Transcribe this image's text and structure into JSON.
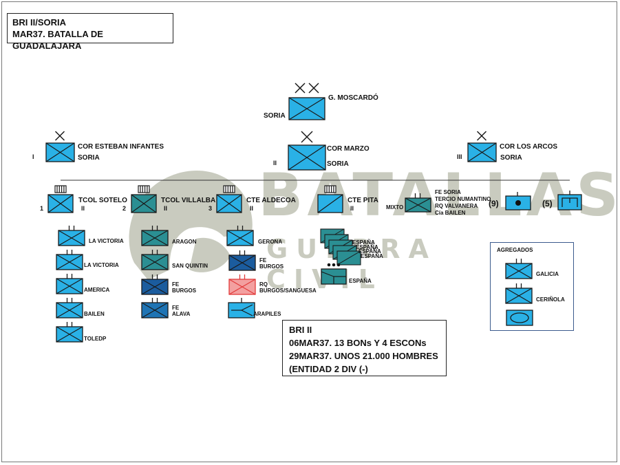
{
  "header": {
    "line1": "BRI II/SORIA",
    "line2": "MAR37. BATALLA DE GUADALAJARA"
  },
  "watermark": {
    "title": "BATALLAS",
    "subtitle": "GUERRA CIVIL"
  },
  "colors": {
    "unit_blue": "#2ab1e6",
    "unit_teal": "#2b8f93",
    "unit_darkblue": "#1b5c9e",
    "unit_navy": "#1f74b4",
    "outline": "#1a1a1a",
    "accent_red": "#e23a3a"
  },
  "division": {
    "symbol": "XX",
    "left_label": "SORIA",
    "right_label": "G. MOSCARDÓ"
  },
  "brigades": [
    {
      "roman": "I",
      "symbol": "X",
      "commander": "COR ESTEBAN INFANTES",
      "place": "SORIA"
    },
    {
      "roman": "II",
      "symbol": "X",
      "commander": "COR MARZO",
      "place": "SORIA"
    },
    {
      "roman": "III",
      "symbol": "X",
      "commander": "COR LOS ARCOS",
      "place": "SORIA"
    }
  ],
  "groups": [
    {
      "number": "1",
      "commander": "TCOL SOTELO",
      "level": "II"
    },
    {
      "number": "2",
      "commander": "TCOL VILLALBA",
      "level": "II"
    },
    {
      "number": "3",
      "commander": "CTE ALDECOA",
      "level": "II"
    },
    {
      "number": "",
      "commander": "CTE PITA",
      "level": "II"
    }
  ],
  "mixto": {
    "label": "MIXTO",
    "units": [
      "FE SORIA",
      "TERCIO NUMANTINO",
      "RQ VALVANERA",
      "Cía BAILEN"
    ]
  },
  "extras": {
    "artillery_count": "(9)",
    "supply_count": "(5)"
  },
  "col1_units": [
    "LA VICTORIA",
    "LA VICTORIA",
    "AMERICA",
    "BAILEN",
    "TOLEDP"
  ],
  "col2_units": [
    "ARAGON",
    "SAN QUINTIN",
    "FE\nBURGOS",
    "FE\nALAVA"
  ],
  "col3_units": [
    "GERONA",
    "FE\nBURGOS",
    "RQ\nBURGOS/SANGUESA",
    "ARAPILES"
  ],
  "col4_units": [
    "ESPAÑA",
    "ESPAÑA",
    "ESPAÑA",
    "ESPAÑA",
    "ESPAÑA"
  ],
  "agregados": {
    "title": "AGREGADOS",
    "units": [
      "GALICIA",
      "CERIÑOLA"
    ]
  },
  "summary": {
    "line1": "BRI II",
    "line2": "06MAR37. 13 BONs Y 4 ESCONs",
    "line3": "29MAR37. UNOS 21.000 HOMBRES",
    "line4": "(ENTIDAD 2 DIV (-)"
  }
}
